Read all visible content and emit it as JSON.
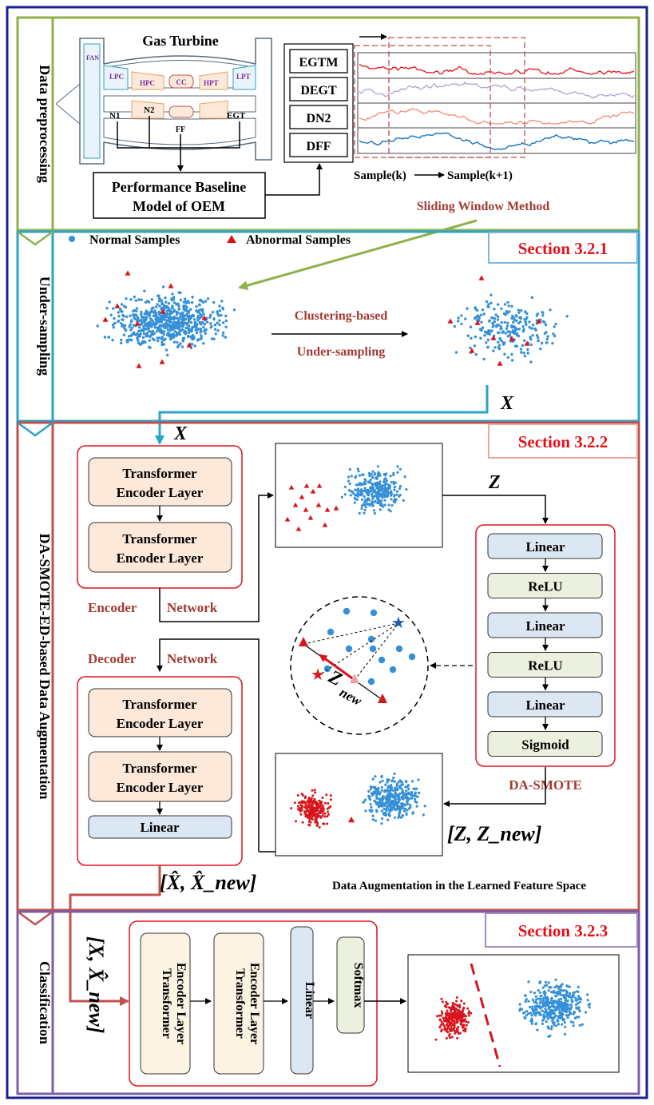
{
  "sections": {
    "preprocessing": "Data preprocessing",
    "undersampling": "Under-sampling",
    "augmentation": "DA-SMOTE-ED-based Data Augmentation",
    "classification": "Classification"
  },
  "section_tags": {
    "s321": "Section 3.2.1",
    "s322": "Section 3.2.2",
    "s323": "Section 3.2.3"
  },
  "turbine": {
    "title": "Gas Turbine",
    "fan": "FAN",
    "lpc": "LPC",
    "hpc": "HPC",
    "cc": "CC",
    "hpt": "HPT",
    "lpt": "LPT",
    "n1": "N1",
    "n2": "N2",
    "egt": "EGT",
    "ff": "FF",
    "baseline_line1": "Performance Baseline",
    "baseline_line2": "Model of OEM"
  },
  "params": [
    "EGTM",
    "DEGT",
    "DN2",
    "DFF"
  ],
  "sliding": {
    "sample_k": "Sample(k)",
    "sample_k1": "Sample(k+1)",
    "method": "Sliding Window Method"
  },
  "legend": {
    "normal": "Normal Samples",
    "abnormal": "Abnormal Samples"
  },
  "undersampling_block": {
    "line1": "Clustering-based",
    "line2": "Under-sampling",
    "x_label": "X"
  },
  "encoder": {
    "x_label": "X",
    "layer1_l1": "Transformer",
    "layer1_l2": "Encoder Layer",
    "layer2_l1": "Transformer",
    "layer2_l2": "Encoder Layer",
    "caption_a": "Encoder",
    "caption_b": "Network"
  },
  "z_label": "Z",
  "dasmote": {
    "layers": [
      "Linear",
      "ReLU",
      "Linear",
      "ReLU",
      "Linear",
      "Sigmoid"
    ],
    "caption": "DA-SMOTE"
  },
  "decoder": {
    "caption_a": "Decoder",
    "caption_b": "Network",
    "layer1_l1": "Transformer",
    "layer1_l2": "Encoder Layer",
    "layer2_l1": "Transformer",
    "layer2_l2": "Encoder Layer",
    "linear": "Linear"
  },
  "z_new_label": "Z_new",
  "z_concat_label": "[Z, Z_new]",
  "xhat_label": "[X̂, X̂_new]",
  "augmentation_caption": "Data Augmentation in the Learned Feature Space",
  "classifier": {
    "input_label": "[X, X̂_new]",
    "layer1_l1": "Transformer",
    "layer1_l2": "Encoder Layer",
    "layer2_l1": "Transformer",
    "layer2_l2": "Encoder Layer",
    "linear": "Linear",
    "softmax": "Softmax"
  },
  "colors": {
    "frame": "#1a1f8c",
    "green": "#8fb04a",
    "cyan": "#2aa3c9",
    "redbox": "#c0504d",
    "purple": "#7b5ea7",
    "tag_red": "#e0131b",
    "caption_red": "#a23b32",
    "normal_dot": "#3590d8",
    "abnormal_dot": "#d8141c",
    "peach": "#fde9d9",
    "blue_box": "#dbe7f3",
    "green_box": "#ebf1de"
  }
}
